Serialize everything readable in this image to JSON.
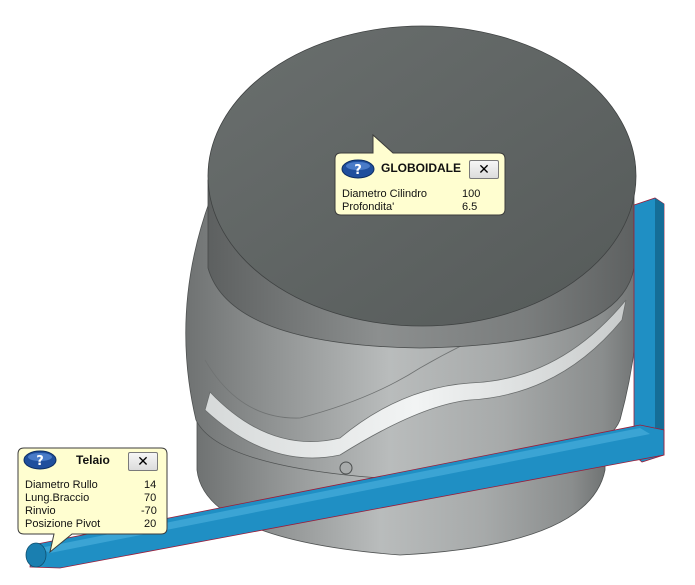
{
  "colors": {
    "background": "#ffffff",
    "part_steel": "#9a9d9d",
    "part_top": "#5f6463",
    "frame_blue": "#1f8fc4",
    "accent_gold": "#d7a021",
    "callout_fill": "#fffed0",
    "help_icon_blue": "#1f4f9d"
  },
  "callouts": {
    "globoidale": {
      "title": "GLOBOIDALE",
      "close_label": "✕",
      "help_icon": "help-question-icon",
      "rows": [
        {
          "label": "Diametro Cilindro",
          "value": "100"
        },
        {
          "label": "Profondita'",
          "value": "6.5"
        }
      ]
    },
    "telaio": {
      "title": "Telaio",
      "close_label": "✕",
      "help_icon": "help-question-icon",
      "rows": [
        {
          "label": "Diametro Rullo",
          "value": "14"
        },
        {
          "label": "Lung.Braccio",
          "value": "70"
        },
        {
          "label": "Rinvio",
          "value": "-70"
        },
        {
          "label": "Posizione Pivot",
          "value": "20"
        }
      ]
    }
  }
}
